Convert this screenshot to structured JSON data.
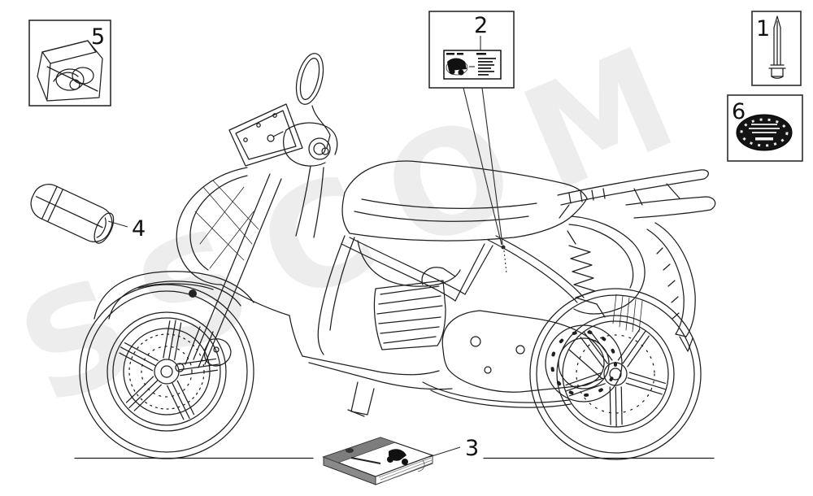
{
  "page": {
    "background": "#ffffff",
    "ink_color": "#1f1f1f",
    "watermark_color": "#ededed",
    "plate_color": "#141414"
  },
  "watermark": {
    "text": "SSCOM"
  },
  "drawing": {
    "subject": "scooter side-view exploded parts diagram with numbered callouts"
  },
  "callouts": {
    "c1": {
      "label": "1",
      "part": "drift-punch-tool"
    },
    "c2": {
      "label": "2",
      "part": "information-decal"
    },
    "c3": {
      "label": "3",
      "part": "owners-manual-book"
    },
    "c4": {
      "label": "4",
      "part": "tool-kit-bag"
    },
    "c5": {
      "label": "5",
      "part": "gasket-kit-bag"
    },
    "c6": {
      "label": "6",
      "part": "homologation-oval-decal"
    }
  }
}
